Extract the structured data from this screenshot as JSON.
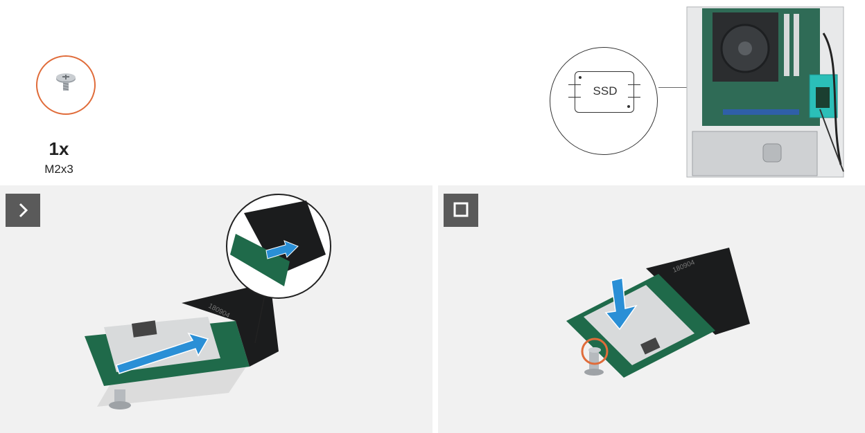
{
  "screw_legend": {
    "quantity": "1x",
    "screw_type": "M2x3"
  },
  "ssd_callout": {
    "label": "SSD"
  },
  "colors": {
    "accent_orange": "#e06c3a",
    "arrow_blue": "#2a8fd6",
    "panel_bg": "#f1f1f1",
    "badge_bg": "#5a5a5a",
    "ssd_green": "#1f6a4a",
    "chassis_teal": "#2bbfb8"
  },
  "steps": [
    {
      "icon": "chevron-right-icon"
    },
    {
      "icon": "stop-square-icon"
    }
  ],
  "connector_marking": "180904"
}
